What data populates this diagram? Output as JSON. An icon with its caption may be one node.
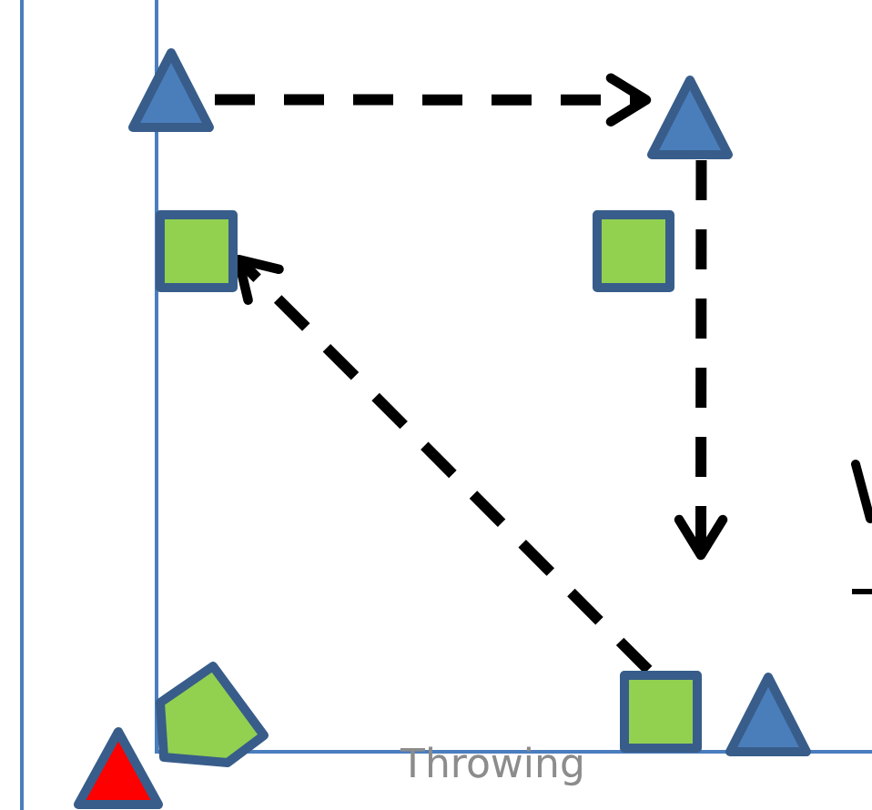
{
  "diagram": {
    "nodes": [
      {
        "text": [],
        "shape": "triangle"
      },
      {
        "text": [],
        "shape": "triangle"
      },
      {
        "text": [],
        "shape": "box"
      },
      {
        "text": [],
        "shape": "box"
      },
      {
        "text": [],
        "shape": "triangle"
      },
      {
        "text": [],
        "shape": "pentagon"
      },
      {
        "text": [],
        "shape": "box"
      },
      {
        "text": [],
        "shape": "triangle"
      }
    ],
    "edges": [
      {
        "from": 0,
        "to": 1,
        "arrow": "to",
        "style": "dashed"
      },
      {
        "from": 1,
        "to": null,
        "arrow": "to",
        "style": "dashed"
      },
      {
        "from": 6,
        "to": 2,
        "arrow": "to",
        "style": "dashed"
      }
    ],
    "labels": [
      "Throwing"
    ]
  }
}
